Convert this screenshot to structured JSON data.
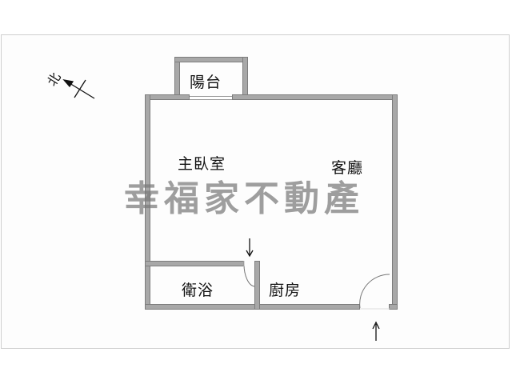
{
  "floorplan": {
    "rooms": {
      "balcony": "陽台",
      "master_bedroom": "主臥室",
      "living_room": "客廳",
      "bathroom": "衛浴",
      "kitchen": "廚房"
    },
    "compass": {
      "label": "北"
    },
    "watermark": "幸福家不動產",
    "colors": {
      "wall": "#a8a8a8",
      "wall_edge": "#7d7d7d",
      "watermark": "#787878"
    }
  }
}
